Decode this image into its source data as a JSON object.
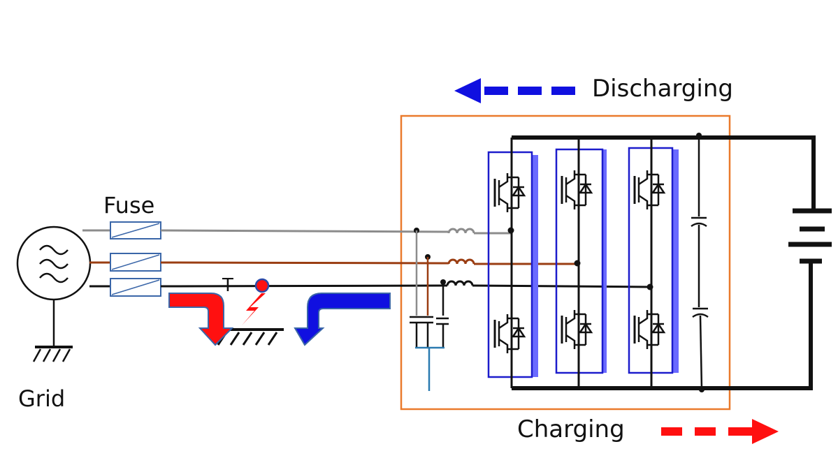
{
  "labels": {
    "grid": "Grid",
    "fuse": "Fuse",
    "fault_point": "T",
    "discharging": "Discharging",
    "charging": "Charging"
  },
  "colors": {
    "phase_a": "#8c8c8c",
    "phase_b": "#9a3d12",
    "phase_c": "#111111",
    "converter_box": "#ea7a2c",
    "igbt_leg": "#1c1ccc",
    "leg_shadow": "#6a6aff",
    "discharge_arrow": "#1010e0",
    "charge_arrow": "#ff1010",
    "fault": "#ff1010",
    "filter_neutral": "#2a7ab0"
  },
  "icons": [
    "ac-source-icon",
    "ground-icon",
    "fuse-icon",
    "inductor-icon",
    "capacitor-icon",
    "igbt-icon",
    "battery-icon",
    "fault-lightning-icon"
  ]
}
